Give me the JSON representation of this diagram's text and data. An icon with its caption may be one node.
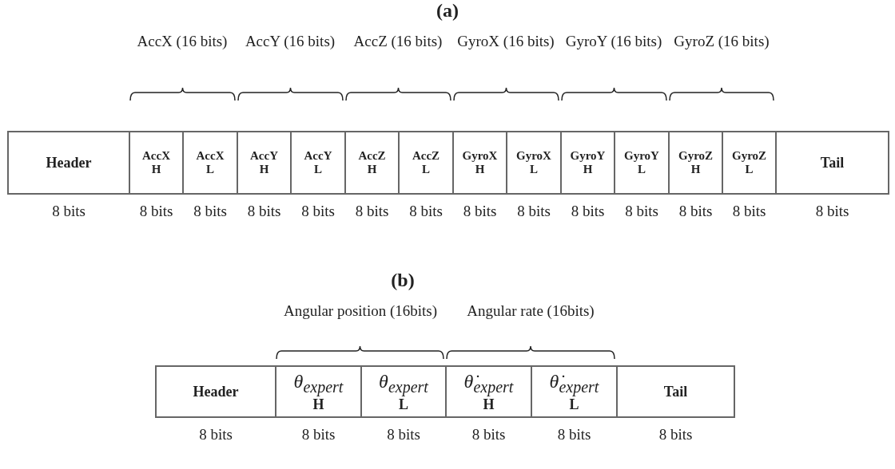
{
  "diagram": {
    "nodes": [
      {
        "text": [
          "Header"
        ],
        "beside": [
          "8 bits"
        ]
      },
      {
        "text": [
          "AccX",
          "H"
        ],
        "beside": [
          "8 bits"
        ]
      },
      {
        "text": [
          "AccX",
          "L"
        ],
        "beside": [
          "8 bits"
        ]
      },
      {
        "text": [
          "AccY",
          "H"
        ],
        "beside": [
          "8 bits"
        ]
      },
      {
        "text": [
          "AccY",
          "L"
        ],
        "beside": [
          "8 bits"
        ]
      },
      {
        "text": [
          "AccZ",
          "H"
        ],
        "beside": [
          "8 bits"
        ]
      },
      {
        "text": [
          "AccZ",
          "L"
        ],
        "beside": [
          "8 bits"
        ]
      },
      {
        "text": [
          "GyroX",
          "H"
        ],
        "beside": [
          "8 bits"
        ]
      },
      {
        "text": [
          "GyroX",
          "L"
        ],
        "beside": [
          "8 bits"
        ]
      },
      {
        "text": [
          "GyroY",
          "H"
        ],
        "beside": [
          "8 bits"
        ]
      },
      {
        "text": [
          "GyroY",
          "L"
        ],
        "beside": [
          "8 bits"
        ]
      },
      {
        "text": [
          "GyroZ",
          "H"
        ],
        "beside": [
          "8 bits"
        ]
      },
      {
        "text": [
          "GyroZ",
          "L"
        ],
        "beside": [
          "8 bits"
        ]
      },
      {
        "text": [
          "Tail"
        ],
        "beside": [
          "8 bits"
        ]
      },
      {
        "text": [
          "Header"
        ],
        "beside": [
          "8 bits"
        ]
      },
      {
        "text": [
          "θ$_{expert}$",
          "H"
        ],
        "beside": [
          "8 bits"
        ]
      },
      {
        "text": [
          "θ$_{expert}$",
          "L"
        ],
        "beside": [
          "8 bits"
        ]
      },
      {
        "text": [
          "θ̇$_{expert}$",
          "H"
        ],
        "beside": [
          "8 bits"
        ]
      },
      {
        "text": [
          "θ̇$_{expert}$",
          "L"
        ],
        "beside": [
          "8 bits"
        ]
      },
      {
        "text": [
          "Tail"
        ],
        "beside": [
          "8 bits"
        ]
      }
    ],
    "labels": [
      "(a)",
      "AccX (16 bits)",
      "AccY (16 bits)",
      "AccZ (16 bits)",
      "GyroX (16 bits)",
      "GyroY (16 bits)",
      "GyroZ (16 bits)",
      "(b)",
      "Angular position (16bits)",
      "Angular rate (16bits)"
    ]
  }
}
